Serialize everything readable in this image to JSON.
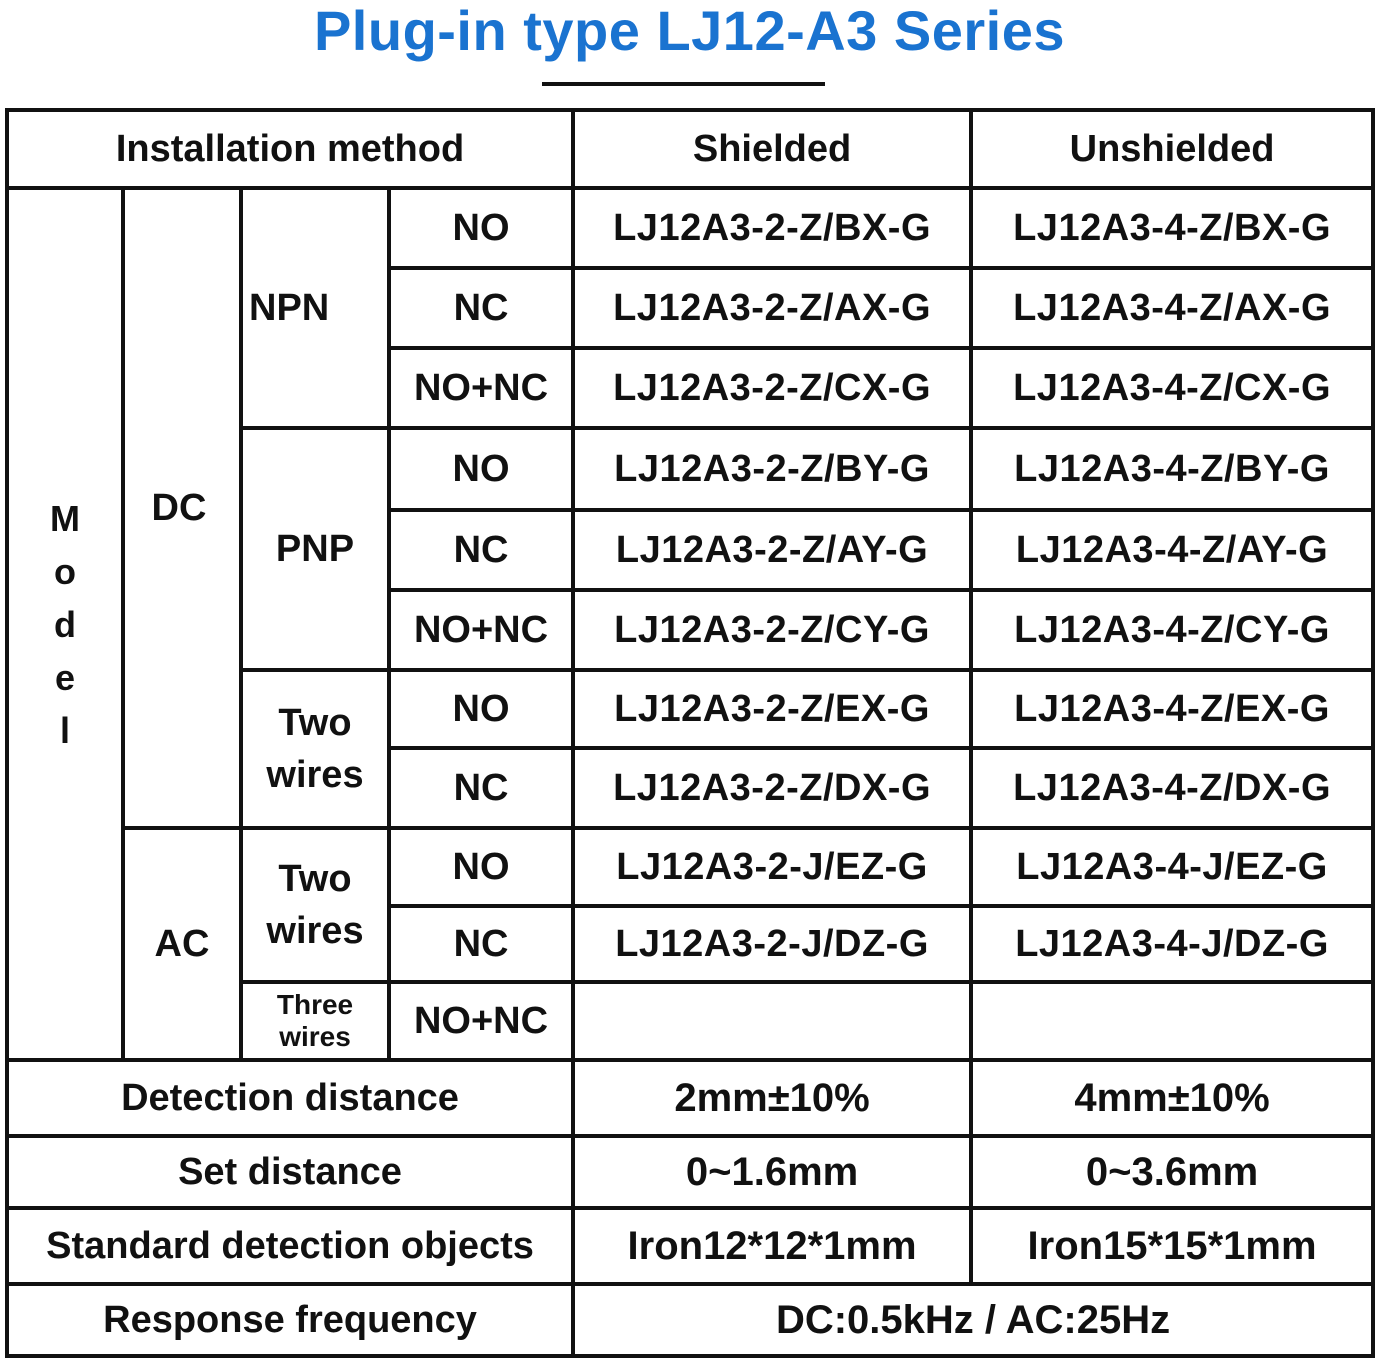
{
  "title": "Plug-in type LJ12-A3 Series",
  "colors": {
    "title": "#1a73d0",
    "border": "#111111",
    "text": "#111111",
    "background": "#ffffff"
  },
  "header": {
    "installation_method": "Installation method",
    "shielded": "Shielded",
    "unshielded": "Unshielded"
  },
  "model_label": [
    "M",
    "o",
    "d",
    "e",
    "l"
  ],
  "groups": {
    "dc": "DC",
    "ac": "AC",
    "npn": "NPN",
    "pnp": "PNP",
    "dc_two_wires": [
      "Two",
      "wires"
    ],
    "ac_two_wires": [
      "Two",
      "wires"
    ],
    "ac_three_wires": [
      "Three",
      "wires"
    ]
  },
  "rows": [
    {
      "type": "NO",
      "shielded": "LJ12A3-2-Z/BX-G",
      "unshielded": "LJ12A3-4-Z/BX-G"
    },
    {
      "type": "NC",
      "shielded": "LJ12A3-2-Z/AX-G",
      "unshielded": "LJ12A3-4-Z/AX-G"
    },
    {
      "type": "NO+NC",
      "shielded": "LJ12A3-2-Z/CX-G",
      "unshielded": "LJ12A3-4-Z/CX-G"
    },
    {
      "type": "NO",
      "shielded": "LJ12A3-2-Z/BY-G",
      "unshielded": "LJ12A3-4-Z/BY-G"
    },
    {
      "type": "NC",
      "shielded": "LJ12A3-2-Z/AY-G",
      "unshielded": "LJ12A3-4-Z/AY-G"
    },
    {
      "type": "NO+NC",
      "shielded": "LJ12A3-2-Z/CY-G",
      "unshielded": "LJ12A3-4-Z/CY-G"
    },
    {
      "type": "NO",
      "shielded": "LJ12A3-2-Z/EX-G",
      "unshielded": "LJ12A3-4-Z/EX-G"
    },
    {
      "type": "NC",
      "shielded": "LJ12A3-2-Z/DX-G",
      "unshielded": "LJ12A3-4-Z/DX-G"
    },
    {
      "type": "NO",
      "shielded": "LJ12A3-2-J/EZ-G",
      "unshielded": "LJ12A3-4-J/EZ-G"
    },
    {
      "type": "NC",
      "shielded": "LJ12A3-2-J/DZ-G",
      "unshielded": "LJ12A3-4-J/DZ-G"
    },
    {
      "type": "NO+NC",
      "shielded": "",
      "unshielded": ""
    }
  ],
  "specs": {
    "detection_distance": {
      "label": "Detection distance",
      "shielded": "2mm±10%",
      "unshielded": "4mm±10%"
    },
    "set_distance": {
      "label": "Set distance",
      "shielded": "0~1.6mm",
      "unshielded": "0~3.6mm"
    },
    "standard_objects": {
      "label": "Standard detection objects",
      "shielded": "Iron12*12*1mm",
      "unshielded": "Iron15*15*1mm"
    },
    "response_frequency": {
      "label": "Response frequency",
      "value": "DC:0.5kHz / AC:25Hz"
    }
  }
}
